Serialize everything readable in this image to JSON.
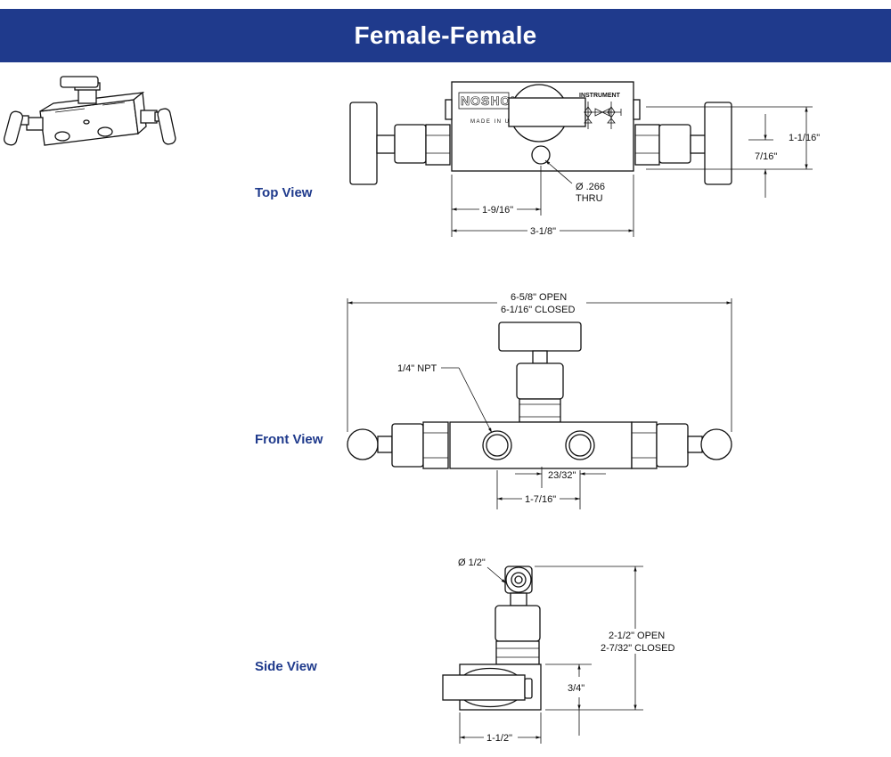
{
  "header": {
    "title": "Female-Female",
    "bg_color": "#1f3a8c",
    "text_color": "#ffffff"
  },
  "views": {
    "top": {
      "label": "Top View",
      "brand_text": "NOSHOK",
      "made_in_text": "MADE IN U",
      "instrument_text": "INSTRUMENT",
      "dims": {
        "hole_dia": "Ø .266",
        "hole_thru": "THRU",
        "offset": "1-9/16\"",
        "body_length": "3-1/8\"",
        "width": "1-1/16\"",
        "hole_offset": "7/16\""
      }
    },
    "front": {
      "label": "Front View",
      "dims": {
        "overall_open": "6-5/8\" OPEN",
        "overall_closed": "6-1/16\" CLOSED",
        "port": "1/4\" NPT",
        "port_spacing": "23/32\"",
        "port_span": "1-7/16\""
      }
    },
    "side": {
      "label": "Side View",
      "dims": {
        "handle_dia": "Ø 1/2\"",
        "height_open": "2-1/2\" OPEN",
        "height_closed": "2-7/32\" CLOSED",
        "body_height": "3/4\"",
        "body_depth": "1-1/2\""
      }
    }
  }
}
